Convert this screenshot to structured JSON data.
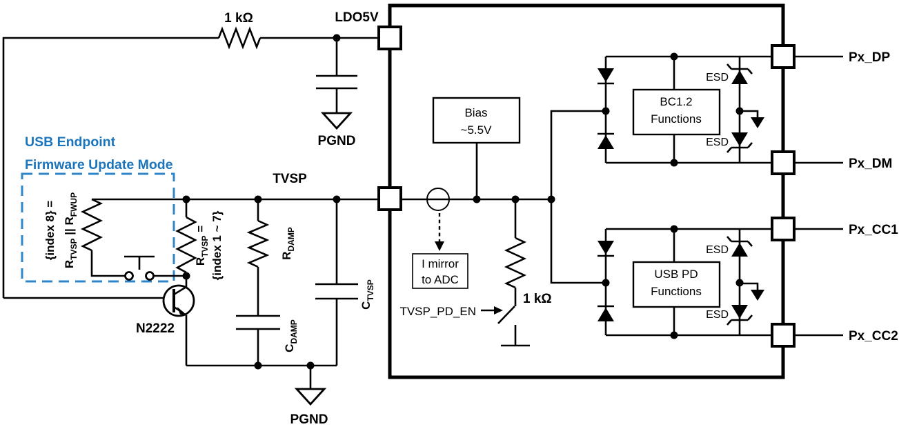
{
  "colors": {
    "blue_text": "#1B75BC",
    "blue_dash": "#2E86C8",
    "ink": "#000000"
  },
  "mode_box": {
    "title_line1": "USB Endpoint",
    "title_line2": "Firmware Update Mode"
  },
  "resistors": {
    "pullup_label": "1 kΩ",
    "pulldown_label": "1 kΩ"
  },
  "pins": {
    "ldo5v": "LDO5V",
    "tvsp": "TVSP",
    "px_dp": "Px_DP",
    "px_dm": "Px_DM",
    "px_cc1": "Px_CC1",
    "px_cc2": "Px_CC2"
  },
  "grounds": {
    "pgnd_top": "PGND",
    "pgnd_bottom": "PGND"
  },
  "transistor": {
    "part": "N2222"
  },
  "blocks": {
    "bias": {
      "line1": "Bias",
      "line2": "~5.5V"
    },
    "imirror": {
      "line1": "I mirror",
      "line2": "to ADC"
    },
    "bc12": {
      "line1": "BC1.2",
      "line2": "Functions"
    },
    "usbpd": {
      "line1": "USB PD",
      "line2": "Functions"
    }
  },
  "signals": {
    "tvsp_pd_en": "TVSP_PD_EN"
  },
  "esd_label": "ESD",
  "rotated": {
    "index8_line1": "{index 8} =",
    "index8_r1": "R",
    "index8_s1": "TVSP",
    "index8_mid": " || R",
    "index8_s2": "FWUP",
    "rtvsp_r": "R",
    "rtvsp_s": "TVSP",
    "rtvsp_eq": " =",
    "rtvsp_line2": "{index 1 ~ 7}",
    "rdamp_r": "R",
    "rdamp_s": "DAMP",
    "cdamp_c": "C",
    "cdamp_s": "DAMP",
    "ctvsp_c": "C",
    "ctvsp_s": "TVSP"
  }
}
